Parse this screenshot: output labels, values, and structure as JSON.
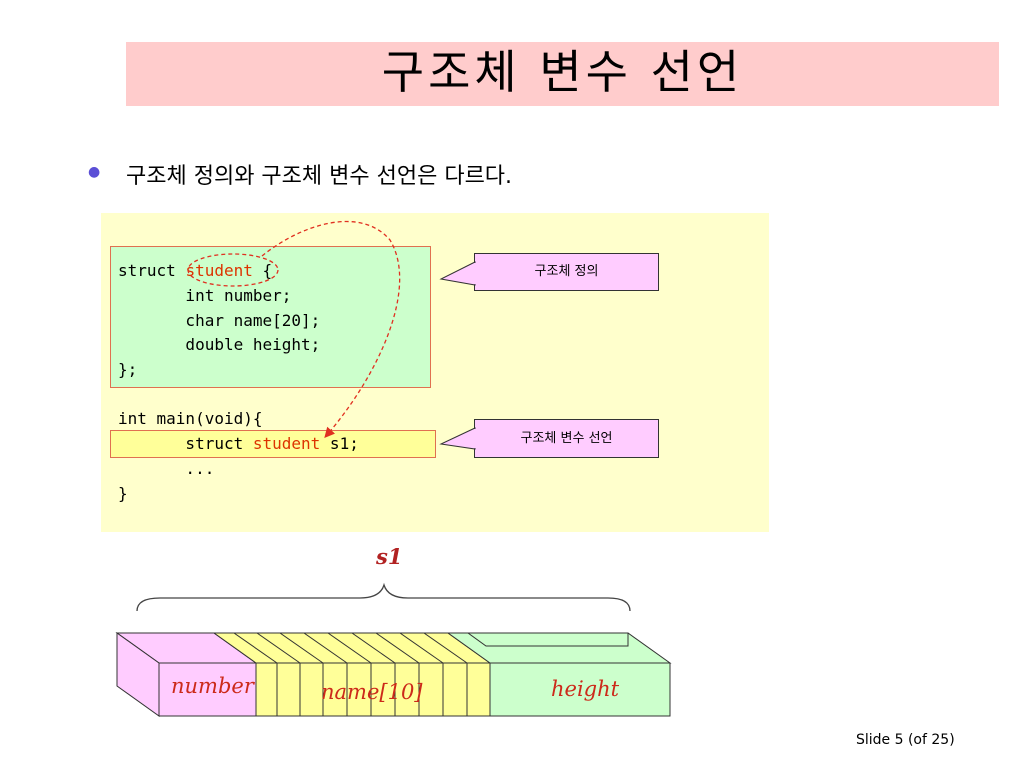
{
  "slide": {
    "title": "구조체 변수 선언",
    "bullet": "구조체 정의와 구조체 변수 선언은 다르다.",
    "code": {
      "def_kw": "struct",
      "def_name": "student",
      "def_open": " {",
      "line2": "       int number;",
      "line3": "       char name[20];",
      "line4": "       double height;",
      "line5": "};",
      "main_line": "int main(void){",
      "decl_prefix": "       struct ",
      "decl_name": "student",
      "decl_suffix": " s1;",
      "dots": "       ...",
      "close": "}"
    },
    "callouts": {
      "definition": "구조체 정의",
      "declaration": "구조체 변수 선언"
    },
    "memory": {
      "variable": "s1",
      "fields": [
        "number",
        "name[10]",
        "height"
      ]
    },
    "footer": "Slide  5 (of  25)"
  }
}
